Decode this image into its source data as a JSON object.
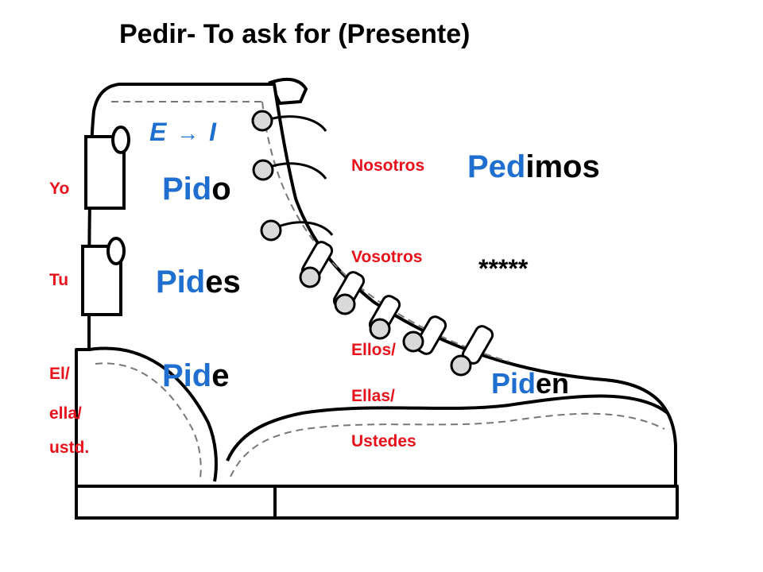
{
  "title": "Pedir- To ask for (Presente)",
  "rule": {
    "from": "E",
    "arrow": "→",
    "to": "I"
  },
  "singular": [
    {
      "pronoun_lines": [
        "Yo"
      ],
      "stem": "Pid",
      "ending": "o"
    },
    {
      "pronoun_lines": [
        "Tu"
      ],
      "stem": "Pid",
      "ending": "es"
    },
    {
      "pronoun_lines": [
        "El/",
        "ella/",
        "ustd."
      ],
      "stem": "Pid",
      "ending": "e"
    }
  ],
  "plural": [
    {
      "pronoun_lines": [
        "Nosotros"
      ],
      "stem": "Ped",
      "ending": "imos"
    },
    {
      "pronoun_lines": [
        "Vosotros"
      ],
      "placeholder": "*****"
    },
    {
      "pronoun_lines": [
        "Ellos/",
        "Ellas/",
        "Ustedes"
      ],
      "stem": "Pid",
      "ending": "en"
    }
  ],
  "colors": {
    "pronoun": "#e8101a",
    "stem": "#1f6fd1",
    "ending": "#000000",
    "rule": "#1f6fd1"
  },
  "illustration": {
    "icon": "boot-icon"
  }
}
